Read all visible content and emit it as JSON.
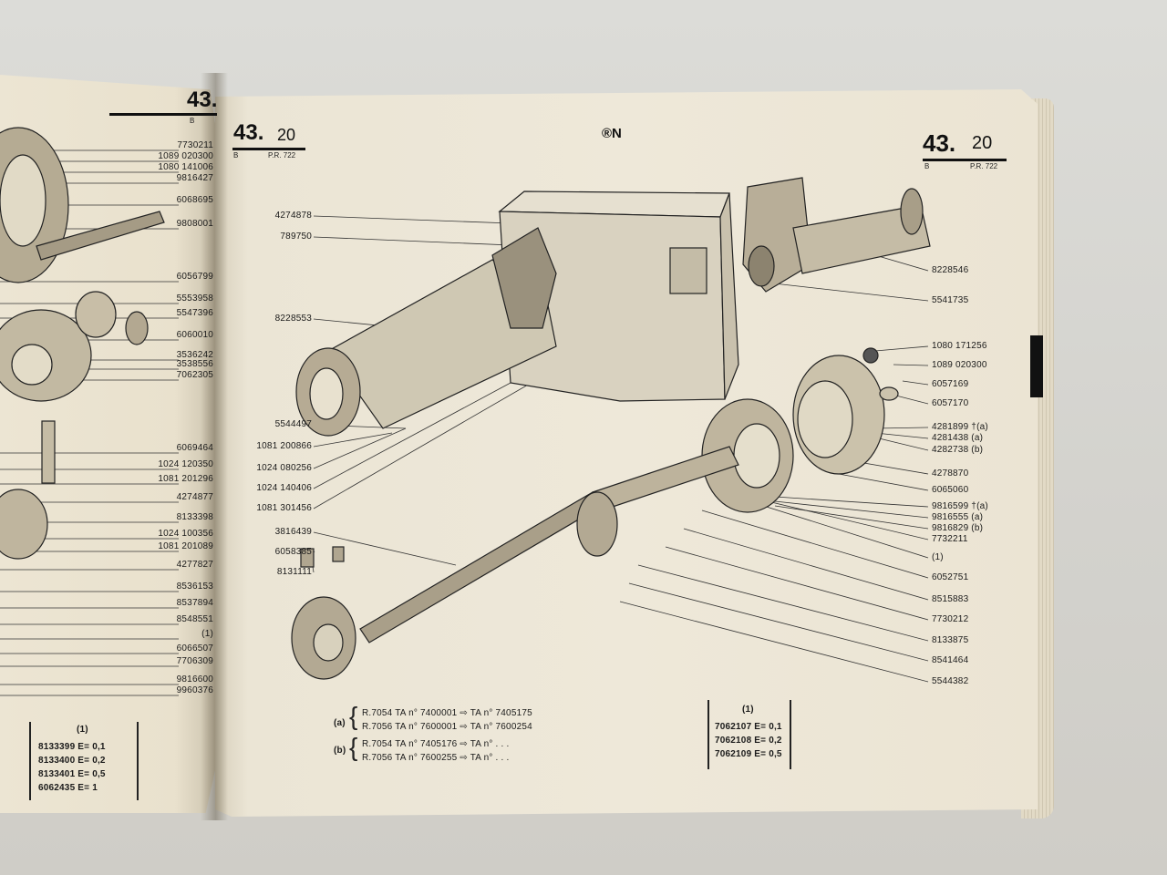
{
  "left_page": {
    "section_number": "43.",
    "section_letter": "B",
    "callouts": [
      "7730211",
      "1089 020300",
      "1080 141006",
      "9816427",
      "6068695",
      "9808001",
      "6056799",
      "5553958",
      "5547396",
      "6060010",
      "3536242",
      "3538556",
      "7062305",
      "6069464",
      "1024 120350",
      "1081 201296",
      "4274877",
      "8133398",
      "1024 100356",
      "1081 201089",
      "4277827",
      "8536153",
      "8537894",
      "8548551",
      "(1)",
      "6066507",
      "7706309",
      "9816600",
      "9960376"
    ],
    "table": {
      "header": "(1)",
      "rows": [
        "8133399 E= 0,1",
        "8133400 E= 0,2",
        "8133401 E= 0,5",
        "6062435 E= 1"
      ]
    }
  },
  "right_page": {
    "section_top_left": {
      "number": "43.",
      "sub": "20",
      "letter": "B",
      "ref": "P.R. 722"
    },
    "section_top_right": {
      "number": "43.",
      "sub": "20",
      "letter": "B",
      "ref": "P.R. 722"
    },
    "logo": "®N",
    "left_callouts": [
      "4274878",
      "789750",
      "8228553",
      "5544497",
      "1081 200866",
      "1024 080256",
      "1024 140406",
      "1081 301456",
      "3816439",
      "6058385",
      "8131111"
    ],
    "right_callouts": [
      "8228546",
      "5541735",
      "1080 171256",
      "1089 020300",
      "6057169",
      "6057170",
      "4281899 †(a)",
      "4281438 (a)",
      "4282738 (b)",
      "4278870",
      "6065060",
      "9816599 †(a)",
      "9816555 (a)",
      "9816829 (b)",
      "7732211",
      "(1)",
      "6052751",
      "8515883",
      "7730212",
      "8133875",
      "8541464",
      "5544382"
    ],
    "footnotes": {
      "a_label": "(a)",
      "b_label": "(b)",
      "a_lines": [
        "R.7054 TA n° 7400001 ⇨ TA n° 7405175",
        "R.7056 TA n° 7600001 ⇨ TA n° 7600254"
      ],
      "b_lines": [
        "R.7054 TA n° 7405176 ⇨ TA n° . . .",
        "R.7056 TA n° 7600255 ⇨ TA n° . . ."
      ]
    },
    "table": {
      "header": "(1)",
      "rows": [
        "7062107 E= 0,1",
        "7062108 E= 0,2",
        "7062109 E= 0,5"
      ]
    }
  }
}
